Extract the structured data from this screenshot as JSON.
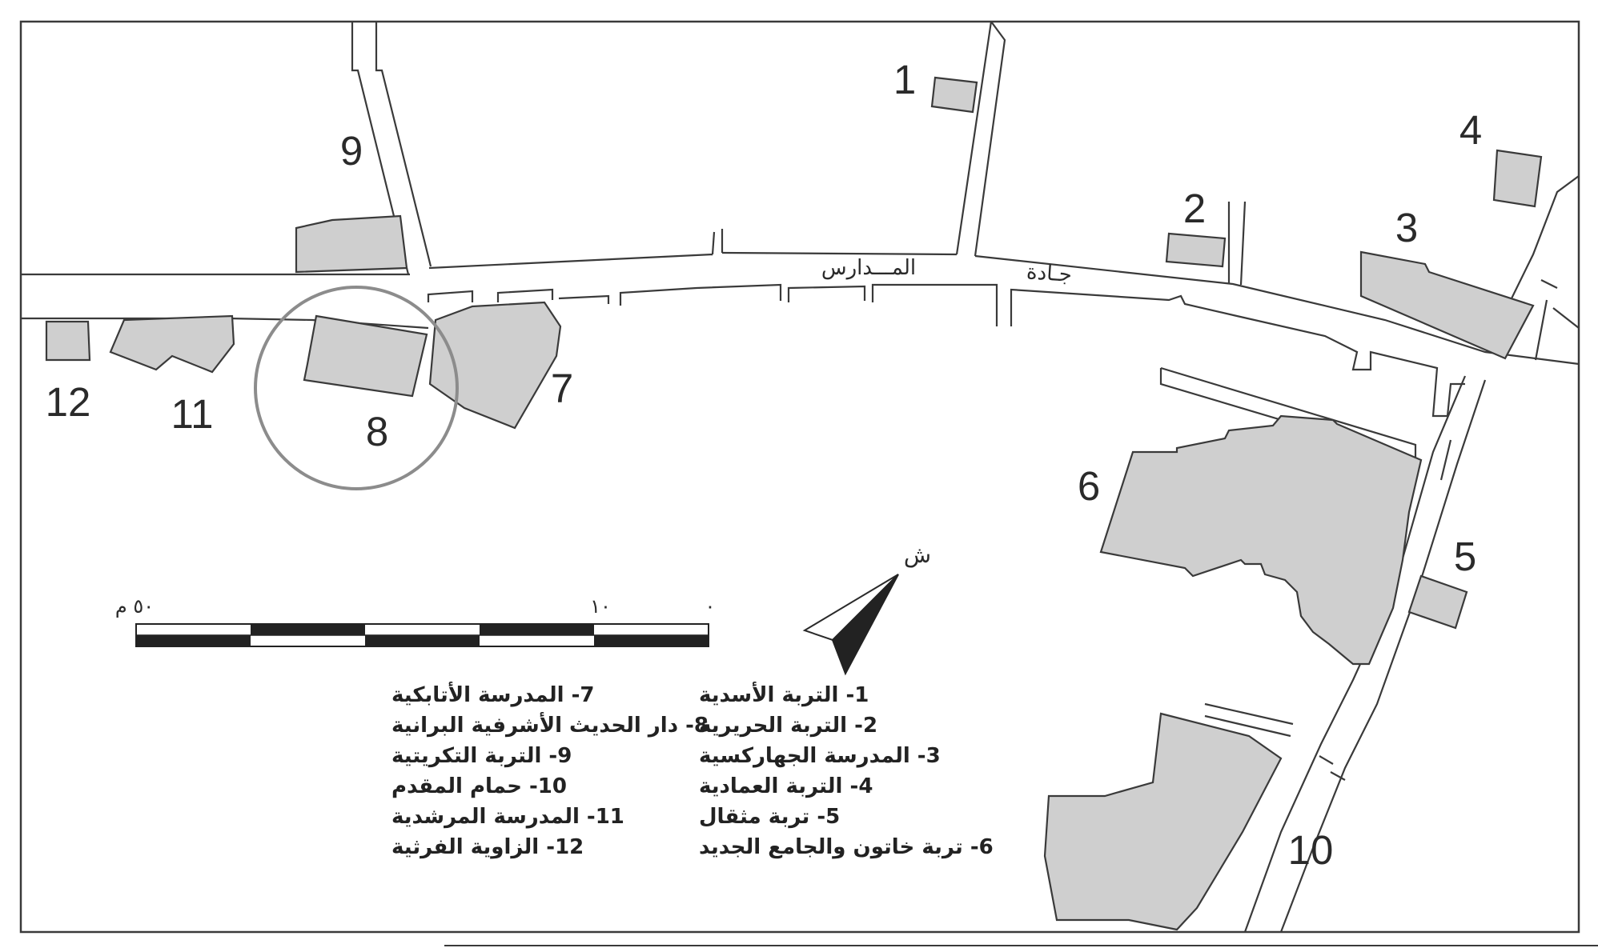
{
  "street_name": "جادة المـــدارس",
  "street_words": [
    "المـــدارس",
    "جـادة"
  ],
  "north_label": "ش",
  "scale": {
    "zero_label": "٠",
    "mid_label": "١٠",
    "end_label": "٥٠ م"
  },
  "building_numbers": [
    "1",
    "2",
    "3",
    "4",
    "5",
    "6",
    "7",
    "8",
    "9",
    "10",
    "11",
    "12"
  ],
  "legend": {
    "right": [
      "1- التربة الأسدية",
      "2- التربة الحريرية",
      "3- المدرسة الجهاركسية",
      "4- التربة العمادية",
      "5- تربة مثقال",
      "6- تربة خاتون والجامع الجديد"
    ],
    "left": [
      "7- المدرسة الأتابكية",
      "8- دار الحديث الأشرفية البرانية",
      "9- التربة التكريتية",
      "10- حمام المقدم",
      "11- المدرسة المرشدية",
      "12- الزاوية الفرثية"
    ]
  },
  "colors": {
    "building_fill": "#cfcfcf",
    "line": "#3a3a3a",
    "highlight_circle": "#8c8c8c",
    "background": "#ffffff"
  }
}
